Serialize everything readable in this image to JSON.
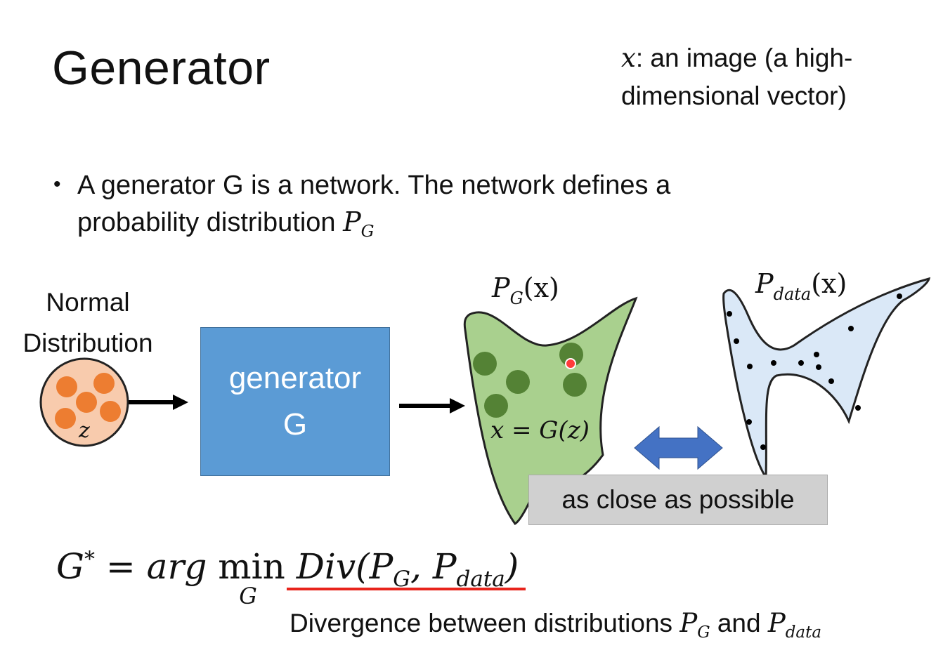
{
  "slide": {
    "title": "Generator",
    "note_var": "x",
    "note_text": ": an image (a high-",
    "note_text2": "dimensional vector)",
    "bullet_line1": "A generator G is a network. The network defines a",
    "bullet_line2": "probability distribution ",
    "bullet_pg": "P",
    "bullet_pg_sub": "G"
  },
  "diagram": {
    "normal_line1": "Normal",
    "normal_line2": "Distribution",
    "z_label": "z",
    "generator_line1": "generator",
    "generator_line2": "G",
    "pg_label": "P",
    "pg_sub": "G",
    "pg_arg": "(x)",
    "pdata_label": "P",
    "pdata_sub": "data",
    "pdata_arg": "(x)",
    "x_eq": "x = G(z)",
    "close_label": "as close as possible",
    "colors": {
      "box_blue": "#5b9bd5",
      "green_fill": "#a9d08e",
      "green_dot": "#548235",
      "blue_fill": "#dae8f7",
      "orange": "#ed7d31",
      "pink": "#f8cbad",
      "arrow_blue": "#4472c4",
      "underline_red": "#e8241c"
    }
  },
  "formula": {
    "lhs": "G",
    "star": "*",
    "eq": " = ",
    "arg": "arg ",
    "min": "min",
    "min_sub": "G",
    "div": " Div(",
    "p": "P",
    "p_sub_g": "G",
    "comma": ", P",
    "p_sub_data": "data",
    "close": ")"
  },
  "caption": {
    "text": "Divergence between distributions ",
    "pg": "P",
    "pg_sub": "G",
    "and": " and ",
    "pdata": "P",
    "pdata_sub": "data"
  }
}
